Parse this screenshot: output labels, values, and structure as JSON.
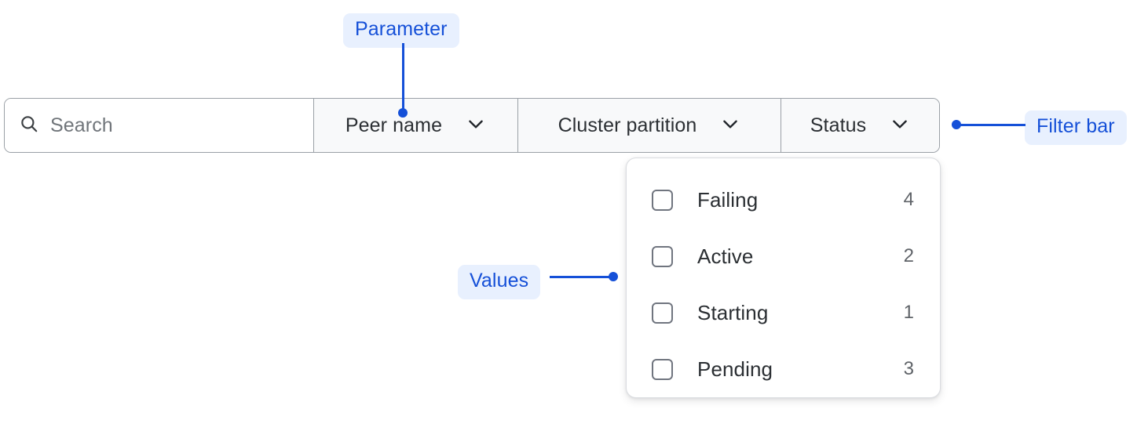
{
  "filter_bar": {
    "search": {
      "icon": "search-icon",
      "placeholder": "Search",
      "value": ""
    },
    "segments": [
      {
        "label": "Peer name",
        "icon": "chevron-down-icon"
      },
      {
        "label": "Cluster partition",
        "icon": "chevron-down-icon"
      },
      {
        "label": "Status",
        "icon": "chevron-down-icon"
      }
    ]
  },
  "values_panel": {
    "items": [
      {
        "label": "Failing",
        "count": "4",
        "checked": false
      },
      {
        "label": "Active",
        "count": "2",
        "checked": false
      },
      {
        "label": "Starting",
        "count": "1",
        "checked": false
      },
      {
        "label": "Pending",
        "count": "3",
        "checked": false
      }
    ]
  },
  "annotations": [
    {
      "id": "parameter",
      "label": "Parameter"
    },
    {
      "id": "filter_bar",
      "label": "Filter bar"
    },
    {
      "id": "values",
      "label": "Values"
    }
  ],
  "colors": {
    "annotation_text": "#1550d8",
    "annotation_bg": "#e8f0fe",
    "bar_border": "#9aa0a6",
    "bar_bg": "#f8f9fa",
    "search_bg": "#ffffff",
    "panel_border": "#dadce0",
    "label_text": "#2b2f33",
    "placeholder_text": "#70757a",
    "count_text": "#5f6368",
    "checkbox_border": "#70757f"
  }
}
